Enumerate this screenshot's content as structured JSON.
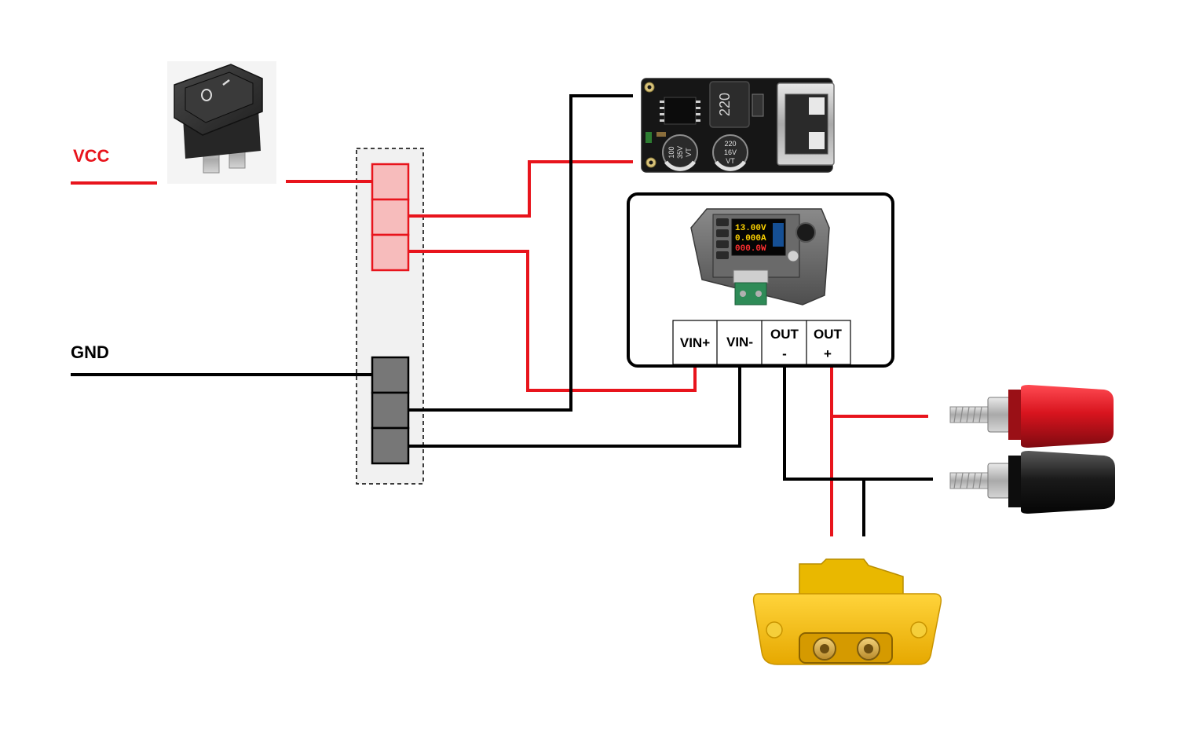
{
  "labels": {
    "vcc": "VCC",
    "gnd": "GND"
  },
  "usb_buck_module": {
    "inductor_code": "220",
    "cap1_line1": "100",
    "cap1_line2": "35V",
    "cap1_line3": "VT",
    "cap2_line1": "220",
    "cap2_line2": "16V",
    "cap2_line3": "VT"
  },
  "power_supply_module": {
    "display_voltage": "13.00V",
    "display_current": "0.000A",
    "display_power": "000.0W",
    "terminals": {
      "vin_plus": "VIN+",
      "vin_minus": "VIN-",
      "out_minus_top": "OUT",
      "out_minus_bottom": "-",
      "out_plus_top": "OUT",
      "out_plus_bottom": "+"
    }
  },
  "colors": {
    "positive_wire": "#e8141c",
    "negative_wire": "#000000",
    "terminal_red_fill": "#f7bcbc",
    "terminal_gray_fill": "#777777",
    "connector_yellow": "#f4c20d",
    "binding_post_red": "#d8141e",
    "binding_post_black": "#1a1a1a"
  }
}
